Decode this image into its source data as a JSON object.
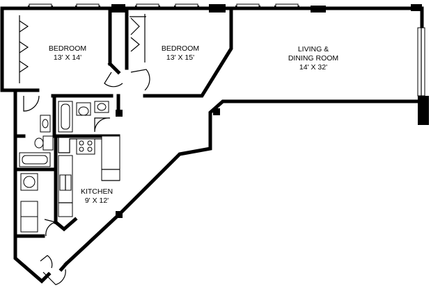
{
  "rooms": {
    "bedroom_1": {
      "name": "BEDROOM",
      "size": "13' X 14'"
    },
    "bedroom_2": {
      "name": "BEDROOM",
      "size": "13' X 15'"
    },
    "living": {
      "name_line1": "LIVING &",
      "name_line2": "DINING ROOM",
      "size": "14' X 32'"
    },
    "kitchen": {
      "name": "KITCHEN",
      "size": "9' X 12'"
    }
  }
}
